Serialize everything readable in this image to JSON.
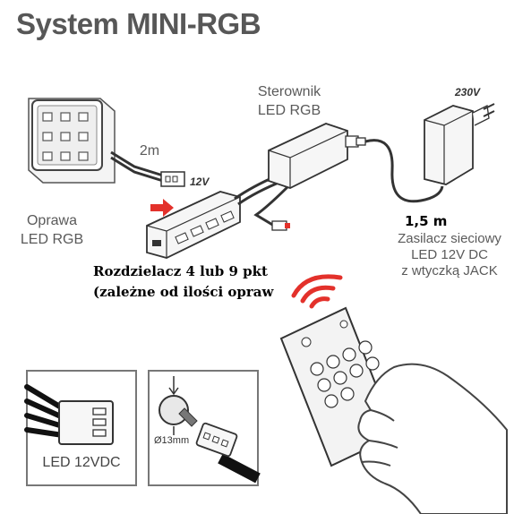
{
  "title": "System MINI-RGB",
  "labels": {
    "fixture": [
      "Oprawa",
      "LED RGB"
    ],
    "cable_length": "2m",
    "voltage_splitter": "12V",
    "controller": [
      "Sterownik",
      "LED RGB"
    ],
    "voltage_mains": "230V",
    "psu_cable_length": "1,5 m",
    "psu": [
      "Zasilacz sieciowy",
      "LED 12V DC",
      "z wtyczką JACK"
    ],
    "splitter": [
      "Rozdzielacz 4 lub 9 pkt",
      "(zależne od ilości opraw"
    ],
    "connector_box": "LED 12VDC",
    "hole_diameter": "Ø13mm"
  },
  "colors": {
    "accent_red": "#e3312b",
    "text_gray": "#575757",
    "line_gray": "#3a3a3a"
  },
  "icons": [
    "led-fixture-icon",
    "splitter-icon",
    "controller-icon",
    "power-adapter-icon",
    "remote-control-icon",
    "hand-icon",
    "connector-icon",
    "drill-hole-icon",
    "signal-arcs-icon"
  ]
}
